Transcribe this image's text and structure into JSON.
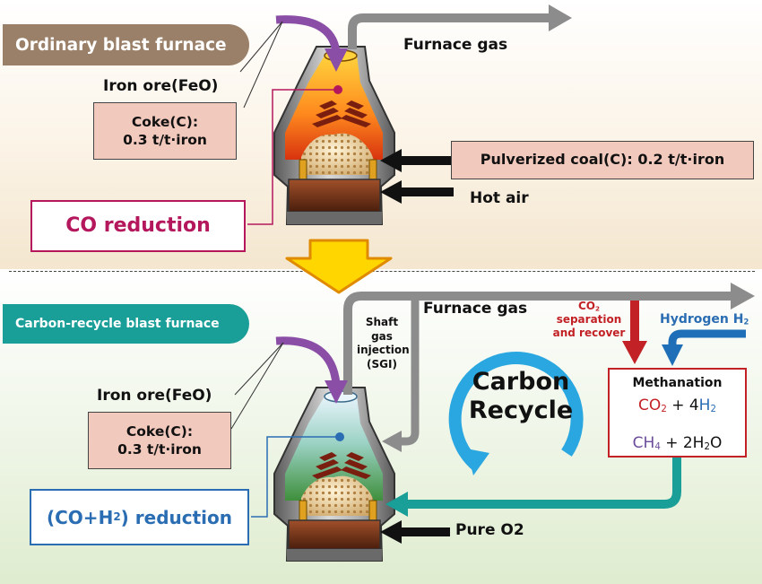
{
  "top": {
    "banner": "Ordinary blast furnace",
    "furnace_gas": "Furnace gas",
    "iron_ore": "Iron ore(FeO)",
    "coke": "Coke(C):\n0.3 t/t·iron",
    "pulverized_coal": "Pulverized coal(C): 0.2 t/t·iron",
    "hot_air": "Hot air",
    "reduction": "CO reduction"
  },
  "bottom": {
    "banner": "Carbon-recycle blast furnace",
    "furnace_gas": "Furnace gas",
    "shaft": "Shaft\ngas\ninjection\n(SGI)",
    "co2_sep_a": "CO",
    "co2_sep_sub": "2",
    "co2_sep_b": "separation\nand recover",
    "hydrogen": "Hydrogen H",
    "hydrogen_sub": "2",
    "carbon_recycle": "Carbon\nRecycle",
    "methanation": "Methanation",
    "eq_co2": "CO",
    "eq_co2_sub": "2",
    "eq_plus": " + 4",
    "eq_h2": "H",
    "eq_h2_sub": "2",
    "eq_ch4": "CH",
    "eq_ch4_sub": "4",
    "eq_plus2": " + 2H",
    "eq_h2o_sub": "2",
    "eq_o": "O",
    "iron_ore": "Iron ore(FeO)",
    "coke": "Coke(C):\n0.3 t/t·iron",
    "reduction_a": "(CO+H",
    "reduction_sub": "2",
    "reduction_b": ") reduction",
    "pure_o2": "Pure O2"
  },
  "colors": {
    "gray_arrow": "#8c8c8c",
    "purple_arrow": "#8b4ea6",
    "red_arrow": "#c22126",
    "blue_arrow": "#1f6fb8",
    "teal_arrow": "#1a9e98",
    "recycle_circle": "#2aa7e0",
    "co_reduction": "#b5175d",
    "coh_reduction": "#2a6db3"
  }
}
